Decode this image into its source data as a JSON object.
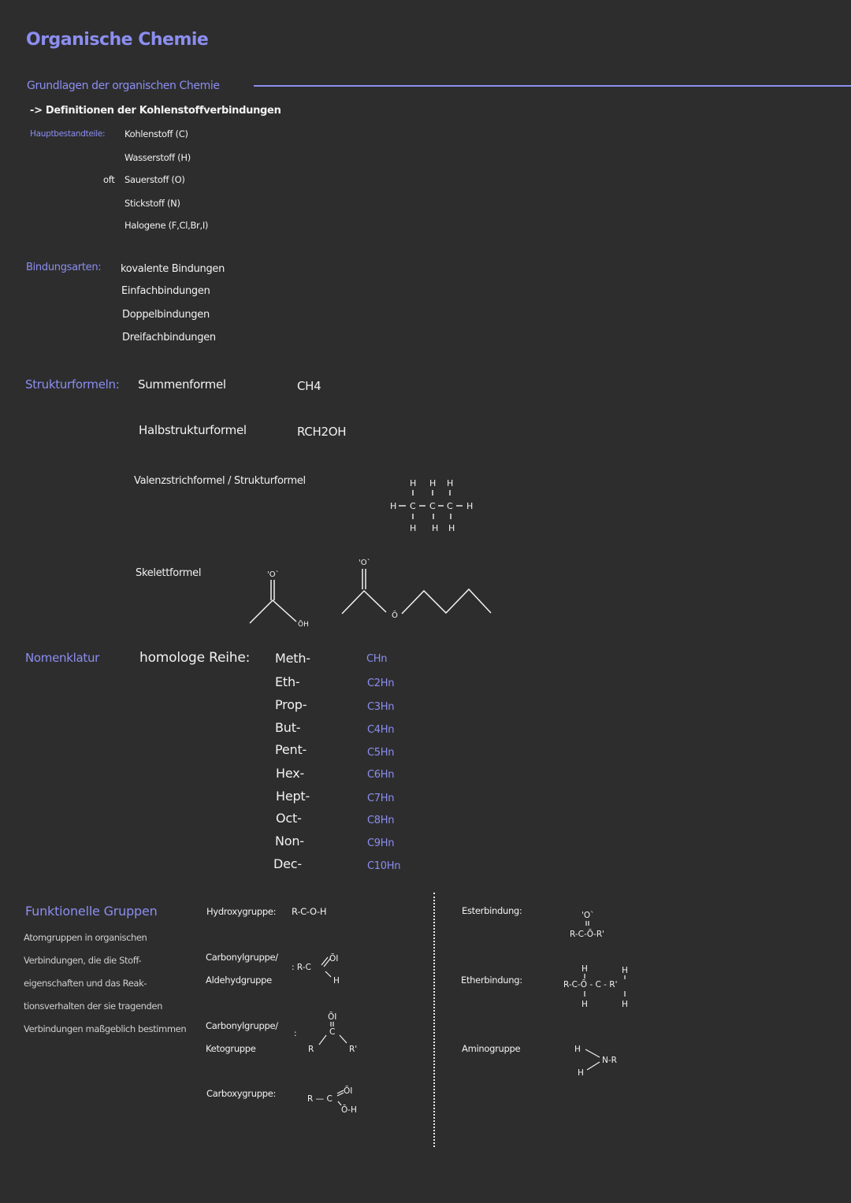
{
  "document": {
    "title": "Organische Chemie",
    "section1": {
      "heading": "Grundlagen der organischen Chemie",
      "subheading": "-> Definitionen der Kohlenstoffverbindungen",
      "components_label": "Hauptbestandteile:",
      "components": [
        "Kohlenstoff (C)",
        "Wasserstoff (H)",
        "Sauerstoff (O)",
        "Stickstoff (N)",
        "Halogene (F,Cl,Br,I)"
      ],
      "often_label": "oft"
    },
    "bonds": {
      "label": "Bindungsarten:",
      "items": [
        "kovalente Bindungen",
        "Einfachbindungen",
        "Doppelbindungen",
        "Dreifachbindungen"
      ]
    },
    "structure": {
      "label": "Strukturformeln:",
      "sum_formula_label": "Summenformel",
      "sum_formula_value": "CH4",
      "half_structure_label": "Halbstrukturformel",
      "half_structure_value": "RCH2OH",
      "valence_label": "Valenzstrichformel / Strukturformel",
      "skeleton_label": "Skelettformel"
    },
    "nomenclature": {
      "label": "Nomenklatur",
      "series_label": "homologe Reihe:",
      "rows": [
        {
          "prefix": "Meth-",
          "formula": "CHn"
        },
        {
          "prefix": "Eth-",
          "formula": "C2Hn"
        },
        {
          "prefix": "Prop-",
          "formula": "C3Hn"
        },
        {
          "prefix": "But-",
          "formula": "C4Hn"
        },
        {
          "prefix": "Pent-",
          "formula": "C5Hn"
        },
        {
          "prefix": "Hex-",
          "formula": "C6Hn"
        },
        {
          "prefix": "Hept-",
          "formula": "C7Hn"
        },
        {
          "prefix": "Oct-",
          "formula": "C8Hn"
        },
        {
          "prefix": "Non-",
          "formula": "C9Hn"
        },
        {
          "prefix": "Dec-",
          "formula": "C10Hn"
        }
      ]
    },
    "functional_groups": {
      "label": "Funktionelle Gruppen",
      "description": "Atomgruppen in organischen Verbindungen, die die Stoff-eigenschaften und das Reak-tionsverhalten der sie tragenden Verbindungen maßgeblich bestimmen",
      "hydroxy_label": "Hydroxygruppe:",
      "hydroxy_formula": "R-C-O-H",
      "aldehyde_label_1": "Carbonylgruppe/",
      "aldehyde_label_2": "Aldehydgruppe",
      "keto_label_1": "Carbonylgruppe/",
      "keto_label_2": "Ketogruppe",
      "carboxy_label": "Carboxygruppe:",
      "ester_label": "Esterbindung:",
      "ether_label": "Etherbindung:",
      "amino_label": "Aminogruppe"
    }
  }
}
